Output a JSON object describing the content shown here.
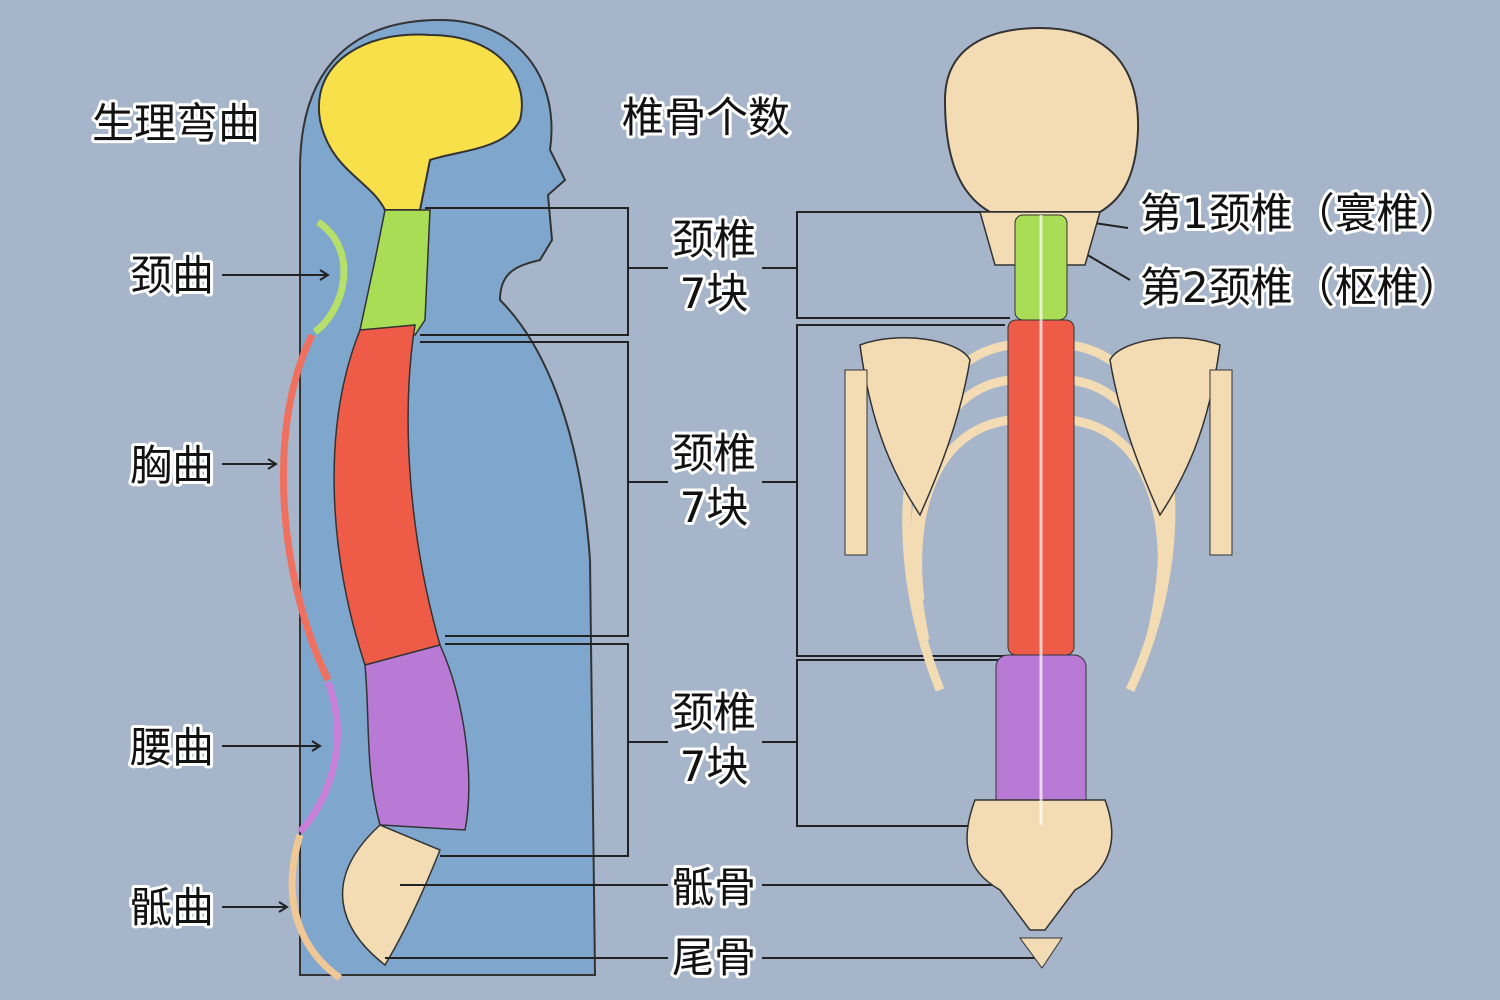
{
  "titles": {
    "curves": "生理弯曲",
    "count": "椎骨个数"
  },
  "curves": [
    {
      "label": "颈曲",
      "color": "#b6e06a"
    },
    {
      "label": "胸曲",
      "color": "#f07060"
    },
    {
      "label": "腰曲",
      "color": "#c77fd8"
    },
    {
      "label": "骶曲",
      "color": "#f0c896"
    }
  ],
  "groups": [
    {
      "name": "颈椎",
      "count": "7块"
    },
    {
      "name": "颈椎",
      "count": "7块"
    },
    {
      "name": "颈椎",
      "count": "7块"
    }
  ],
  "sacrum": "骶骨",
  "coccyx": "尾骨",
  "atlas": "第1颈椎（寰椎）",
  "axis": "第2颈椎（枢椎）",
  "colors": {
    "background": "#a6b5ca",
    "body": "#7fa6cc",
    "brain": "#f7e04a",
    "cervical": "#a8dd55",
    "thoracic": "#ee5c48",
    "lumbar": "#b97ad6",
    "bone": "#f3dcb4"
  }
}
